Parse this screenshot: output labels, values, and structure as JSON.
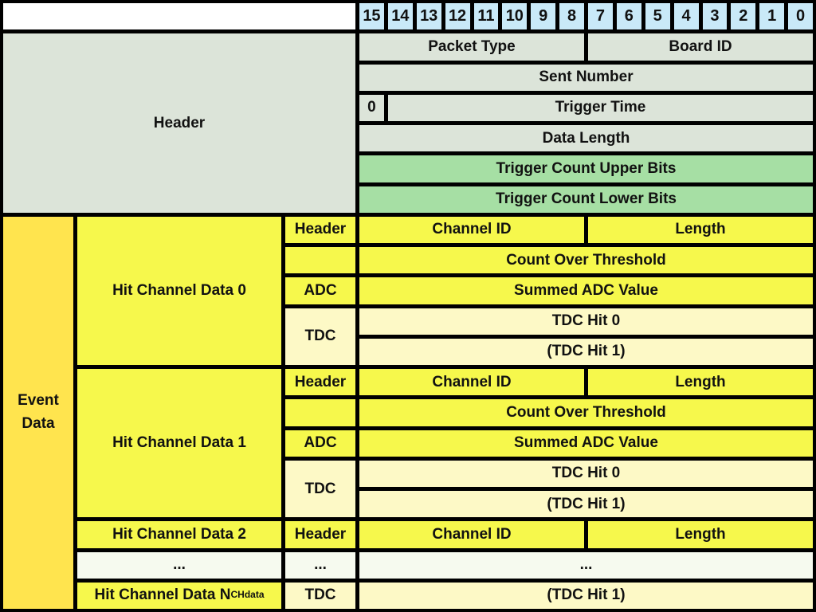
{
  "colors": {
    "page_bg": "#000000",
    "bit_cell": "#c9e9f8",
    "header_cell": "#dce4d9",
    "green_cell": "#a6dfa4",
    "yellow_cell": "#f6f84c",
    "gold_cell": "#ffe44e",
    "pale_yellow_cell": "#fdf9c6",
    "ellipsis_cell": "#f6faef",
    "white_cell": "#ffffff",
    "text": "#111111"
  },
  "bit_header": {
    "labels": [
      "15",
      "14",
      "13",
      "12",
      "11",
      "10",
      "9",
      "8",
      "7",
      "6",
      "5",
      "4",
      "3",
      "2",
      "1",
      "0"
    ]
  },
  "header": {
    "section_label": "Header",
    "packet_type": "Packet Type",
    "board_id": "Board ID",
    "sent_number": "Sent Number",
    "trigger_time_msb": "0",
    "trigger_time": "Trigger Time",
    "data_length": "Data Length",
    "trigger_count_upper": "Trigger Count Upper Bits",
    "trigger_count_lower": "Trigger Count Lower Bits"
  },
  "event_data": {
    "section_label": "Event Data",
    "hit0": {
      "label": "Hit Channel Data 0",
      "header_label": "Header",
      "adc_label": "ADC",
      "tdc_label": "TDC",
      "channel_id": "Channel ID",
      "length": "Length",
      "count_over_threshold": "Count Over Threshold",
      "summed_adc_value": "Summed ADC Value",
      "tdc_hit_0": "TDC Hit 0",
      "tdc_hit_1": "(TDC Hit 1)"
    },
    "hit1": {
      "label": "Hit Channel Data 1",
      "header_label": "Header",
      "adc_label": "ADC",
      "tdc_label": "TDC",
      "channel_id": "Channel ID",
      "length": "Length",
      "count_over_threshold": "Count Over Threshold",
      "summed_adc_value": "Summed ADC Value",
      "tdc_hit_0": "TDC Hit 0",
      "tdc_hit_1": "(TDC Hit 1)"
    },
    "hit2": {
      "label": "Hit Channel Data 2",
      "header_label": "Header",
      "channel_id": "Channel ID",
      "length": "Length"
    },
    "ellipsis": {
      "label": "...",
      "sub_label": "...",
      "field": "..."
    },
    "hitN": {
      "label_main": "Hit Channel Data N",
      "label_subscript": "CHdata",
      "tdc_label": "TDC",
      "tdc_hit_1": "(TDC Hit 1)"
    }
  }
}
